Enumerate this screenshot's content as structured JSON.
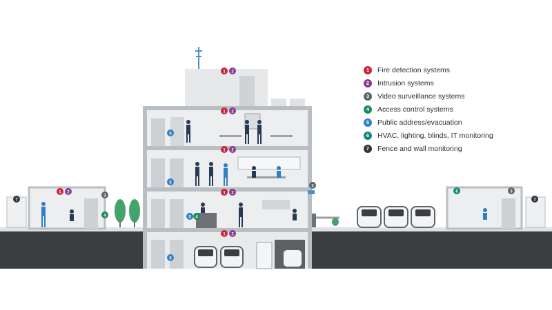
{
  "colors": {
    "fire": "#c8253c",
    "intrusion": "#8a3b8f",
    "video": "#5f6368",
    "access": "#1f8a5b",
    "public_address": "#2f7fc1",
    "hvac": "#12877a",
    "fence": "#34383c"
  },
  "legend": [
    {
      "num": "1",
      "label": "Fire detection systems",
      "color": "#c8253c"
    },
    {
      "num": "2",
      "label": "Intrusion systems",
      "color": "#8a3b8f"
    },
    {
      "num": "3",
      "label": "Video surveillance systems",
      "color": "#5f6368"
    },
    {
      "num": "4",
      "label": "Access control systems",
      "color": "#1f8a5b"
    },
    {
      "num": "5",
      "label": "Public address/evacuation",
      "color": "#2f7fc1"
    },
    {
      "num": "6",
      "label": "HVAC, lighting, blinds, IT monitoring",
      "color": "#12877a"
    },
    {
      "num": "7",
      "label": "Fence and wall monitoring",
      "color": "#34383c"
    }
  ],
  "icons": [
    "tree-icon",
    "car-icon",
    "person-icon",
    "antenna-icon",
    "camera-icon",
    "door-icon"
  ]
}
